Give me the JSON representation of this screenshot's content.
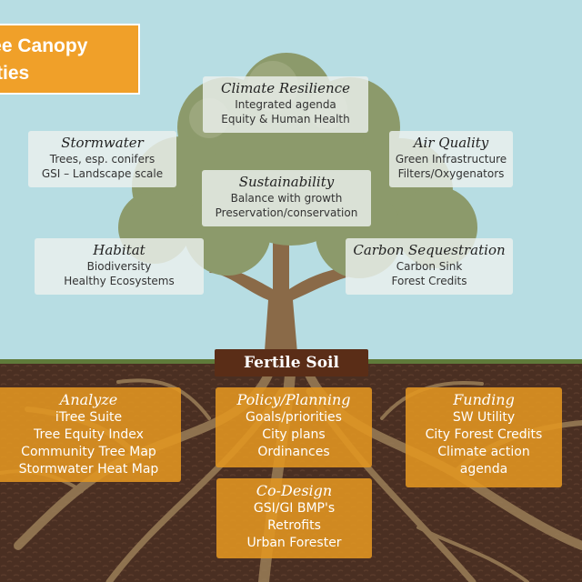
{
  "title": {
    "line1": "ree Canopy",
    "line2": "rities"
  },
  "soil_label": "Fertile Soil",
  "canopy_boxes": [
    {
      "heading": "Climate Resilience",
      "lines": [
        "Integrated agenda",
        "Equity & Human Health"
      ]
    },
    {
      "heading": "Stormwater",
      "lines": [
        "Trees, esp. conifers",
        "GSI – Landscape scale"
      ]
    },
    {
      "heading": "Air Quality",
      "lines": [
        "Green Infrastructure",
        "Filters/Oxygenators"
      ]
    },
    {
      "heading": "Sustainability",
      "lines": [
        "Balance with growth",
        "Preservation/conservation"
      ]
    },
    {
      "heading": "Habitat",
      "lines": [
        "Biodiversity",
        "Healthy Ecosystems"
      ]
    },
    {
      "heading": "Carbon Sequestration",
      "lines": [
        "Carbon Sink",
        "Forest Credits"
      ]
    }
  ],
  "root_boxes": [
    {
      "heading": "Analyze",
      "lines": [
        "iTree Suite",
        "Tree Equity Index",
        "Community Tree Map",
        "Stormwater Heat Map"
      ]
    },
    {
      "heading": "Policy/Planning",
      "lines": [
        "Goals/priorities",
        "City plans",
        "Ordinances"
      ]
    },
    {
      "heading": "Funding",
      "lines": [
        "SW Utility",
        "City Forest Credits",
        "Climate action",
        "agenda"
      ]
    },
    {
      "heading": "Co-Design",
      "lines": [
        "GSI/GI BMP's",
        "Retrofits",
        "Urban Forester"
      ]
    }
  ],
  "colors": {
    "sky": "#b7dde3",
    "canopy": "#8c9a6b",
    "trunk": "#8a6a48",
    "soil": "#4a2f22",
    "soil_line": "#5f7a3a",
    "roots": "#9a7e58",
    "root_box": "#e2961f",
    "title_bg": "#f0a029",
    "soil_label_bg": "#5a2d17"
  }
}
